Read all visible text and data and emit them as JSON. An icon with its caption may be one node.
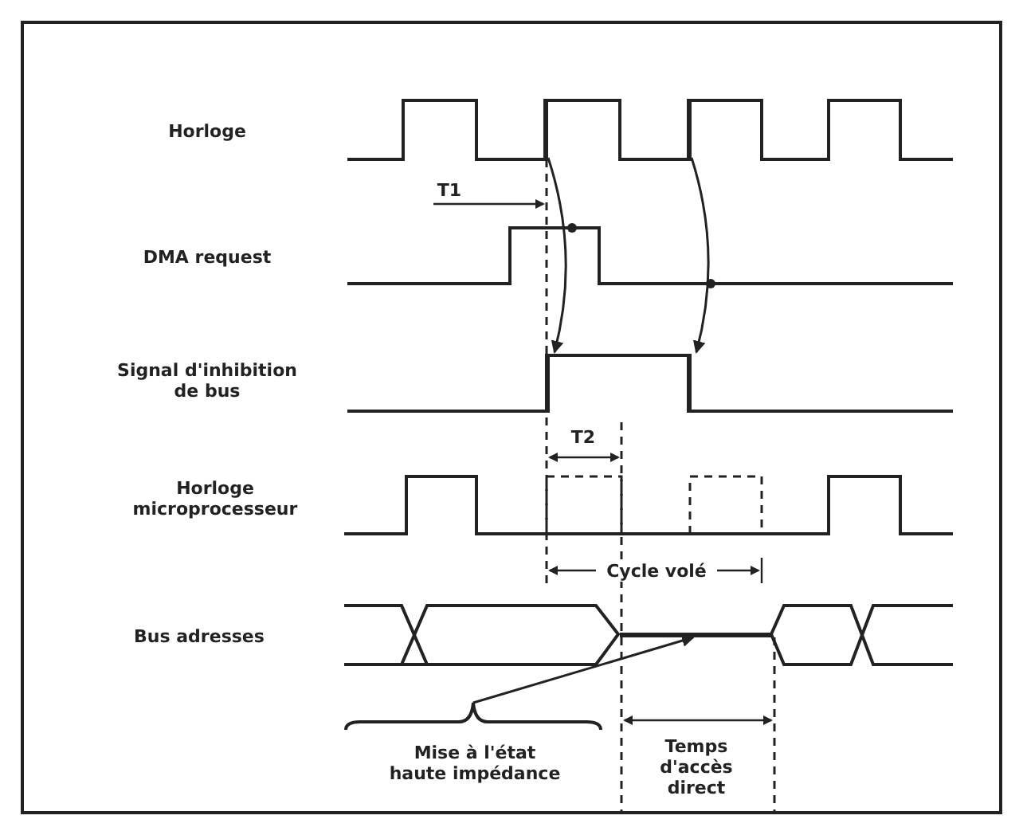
{
  "diagram": {
    "nodes": [
      {
        "text": [
          "Mise à l'état haute impédance"
        ]
      },
      {
        "text": [],
        "shape": "bar"
      },
      {
        "text": [],
        "shape": "bar"
      },
      {
        "text": [],
        "shape": "bar"
      },
      {
        "text": [],
        "shape": "bar"
      },
      {
        "text": [],
        "shape": "bar"
      }
    ],
    "edges": [
      {
        "from": 0,
        "to": 1,
        "arrow": "to"
      },
      {
        "from": 2,
        "to": 3,
        "arrow": "to"
      },
      {
        "from": 4,
        "to": 5,
        "arrow": "to"
      }
    ],
    "labels": [
      "Horloge",
      "T1",
      "DMA request",
      "Signal d'inhibition de bus",
      "T2",
      "Horloge microprocesseur",
      "Cycle volé",
      "Bus adresses",
      "Temps d'accès direct"
    ]
  }
}
